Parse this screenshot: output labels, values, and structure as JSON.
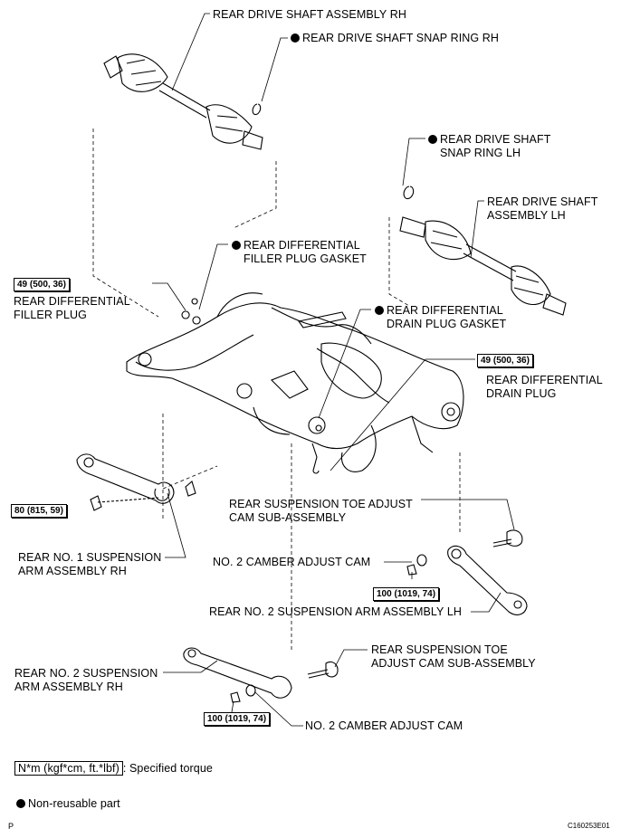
{
  "labels": {
    "drive_shaft_rh": "REAR DRIVE SHAFT ASSEMBLY RH",
    "snap_ring_rh": "REAR DRIVE SHAFT SNAP RING RH",
    "snap_ring_lh_1": "REAR DRIVE SHAFT",
    "snap_ring_lh_2": "SNAP RING LH",
    "drive_shaft_lh_1": "REAR DRIVE SHAFT",
    "drive_shaft_lh_2": "ASSEMBLY LH",
    "filler_gasket_1": "REAR DIFFERENTIAL",
    "filler_gasket_2": "FILLER PLUG GASKET",
    "filler_plug_1": "REAR DIFFERENTIAL",
    "filler_plug_2": "FILLER PLUG",
    "drain_gasket_1": "REAR DIFFERENTIAL",
    "drain_gasket_2": "DRAIN PLUG GASKET",
    "drain_plug_1": "REAR DIFFERENTIAL",
    "drain_plug_2": "DRAIN PLUG",
    "toe_cam_mid_1": "REAR SUSPENSION TOE ADJUST",
    "toe_cam_mid_2": "CAM SUB-ASSEMBLY",
    "no1_arm_rh_1": "REAR NO. 1 SUSPENSION",
    "no1_arm_rh_2": "ARM ASSEMBLY RH",
    "camber_cam_upper": "NO. 2 CAMBER ADJUST CAM",
    "no2_arm_lh": "REAR NO. 2 SUSPENSION ARM ASSEMBLY LH",
    "toe_cam_low_1": "REAR SUSPENSION TOE",
    "toe_cam_low_2": "ADJUST CAM SUB-ASSEMBLY",
    "no2_arm_rh_1": "REAR NO. 2 SUSPENSION",
    "no2_arm_rh_2": "ARM ASSEMBLY RH",
    "camber_cam_lower": "NO. 2 CAMBER ADJUST CAM"
  },
  "torque": {
    "filler_plug": "49 (500, 36)",
    "drain_plug": "49 (500, 36)",
    "no1_arm": "80 (815, 59)",
    "no2_arm_lh": "100 (1019, 74)",
    "no2_arm_rh": "100 (1019, 74)"
  },
  "legend": {
    "torque_units": "N*m (kgf*cm, ft.*lbf)",
    "torque_desc": ": Specified torque",
    "non_reusable": "Non-reusable part"
  },
  "footer": {
    "marker": "P",
    "code": "C160253E01"
  }
}
